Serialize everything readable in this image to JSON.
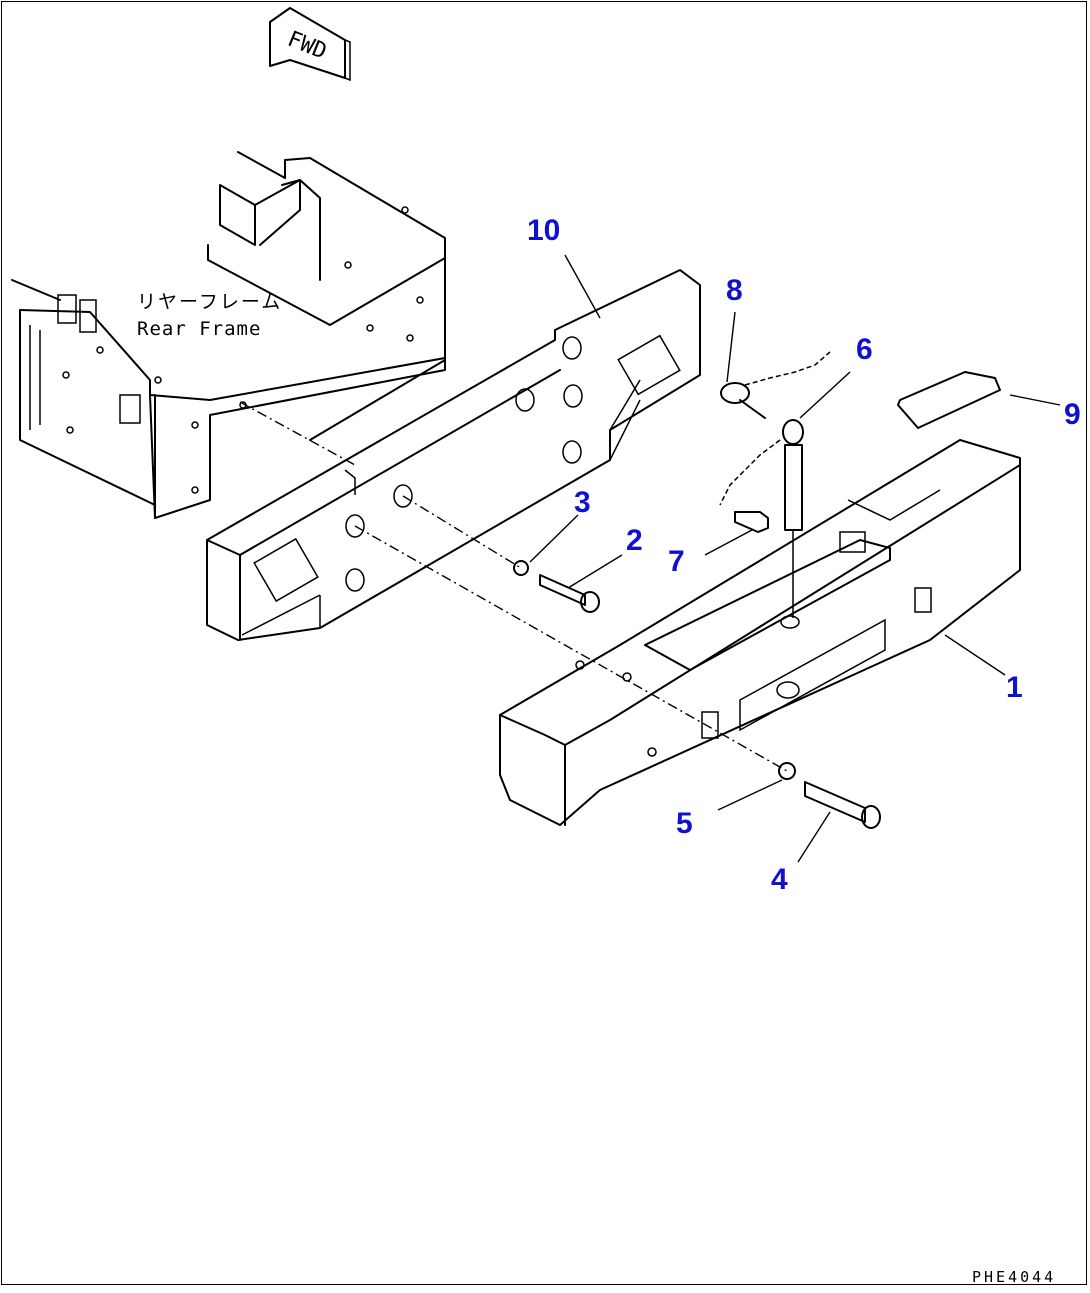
{
  "fwd_label": "FWD",
  "frame_label_jp": "リヤーフレーム",
  "frame_label_en": "Rear Frame",
  "drawing_code": "PHE4044",
  "callouts": {
    "c1": "1",
    "c2": "2",
    "c3": "3",
    "c4": "4",
    "c5": "5",
    "c6": "6",
    "c7": "7",
    "c8": "8",
    "c9": "9",
    "c10": "10"
  },
  "colors": {
    "callout": "#1010d0",
    "line": "#000000",
    "background": "#ffffff"
  }
}
